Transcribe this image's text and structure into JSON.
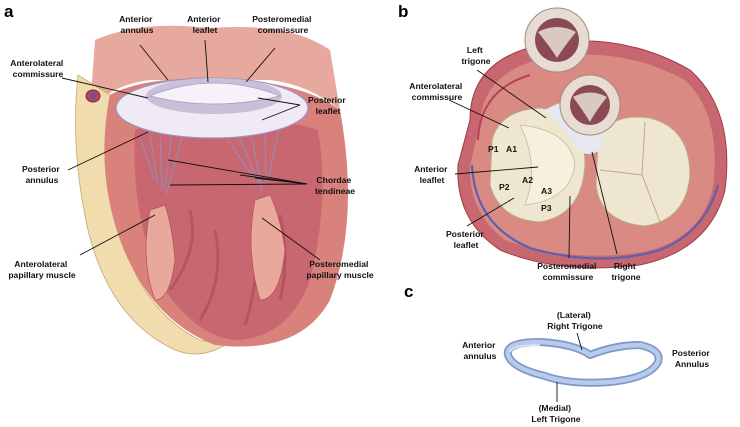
{
  "panels": {
    "a": "a",
    "b": "b",
    "c": "c"
  },
  "panel_a_labels": {
    "anterior_annulus": [
      "Anterior",
      "annulus"
    ],
    "anterior_leaflet": [
      "Anterior",
      "leaflet"
    ],
    "posteromedial_commissure": [
      "Posteromedial",
      "commissure"
    ],
    "anterolateral_commissure": [
      "Anterolateral",
      "commissure"
    ],
    "posterior_leaflet": [
      "Posterior",
      "leaflet"
    ],
    "posterior_annulus": [
      "Posterior",
      "annulus"
    ],
    "chordae_tendineae": [
      "Chordae",
      "tendineae"
    ],
    "anterolateral_papillary_muscle": [
      "Anterolateral",
      "papillary muscle"
    ],
    "posteromedial_papillary_muscle": [
      "Posteromedial",
      "papillary muscle"
    ]
  },
  "panel_b_labels": {
    "left_trigone": [
      "Left",
      "trigone"
    ],
    "anterolateral_commissure": [
      "Anterolateral",
      "commissure"
    ],
    "anterior_leaflet": [
      "Anterior",
      "leaflet"
    ],
    "posterior_leaflet": [
      "Posterior",
      "leaflet"
    ],
    "posteromedial_commissure": [
      "Posteromedial",
      "commissure"
    ],
    "right_trigone": [
      "Right",
      "trigone"
    ],
    "segments": [
      "P1",
      "A1",
      "A2",
      "P2",
      "A3",
      "P3"
    ]
  },
  "panel_c_labels": {
    "lateral_right_trigone": [
      "(Lateral)",
      "Right Trigone"
    ],
    "anterior_annulus": [
      "Anterior",
      "annulus"
    ],
    "posterior_annulus": [
      "Posterior",
      "Annulus"
    ],
    "medial_left_trigone": [
      "(Medial)",
      "Left Trigone"
    ]
  },
  "colors": {
    "muscle": "#d9827b",
    "muscle_dark": "#b5545a",
    "muscle_light": "#ecb3a8",
    "leaflet": "#efeaf6",
    "leaflet_shadow": "#c9bfd8",
    "fat": "#f0dcaa",
    "valve_cream": "#efe6cf",
    "annulus_ring": "#a9c0e2"
  }
}
